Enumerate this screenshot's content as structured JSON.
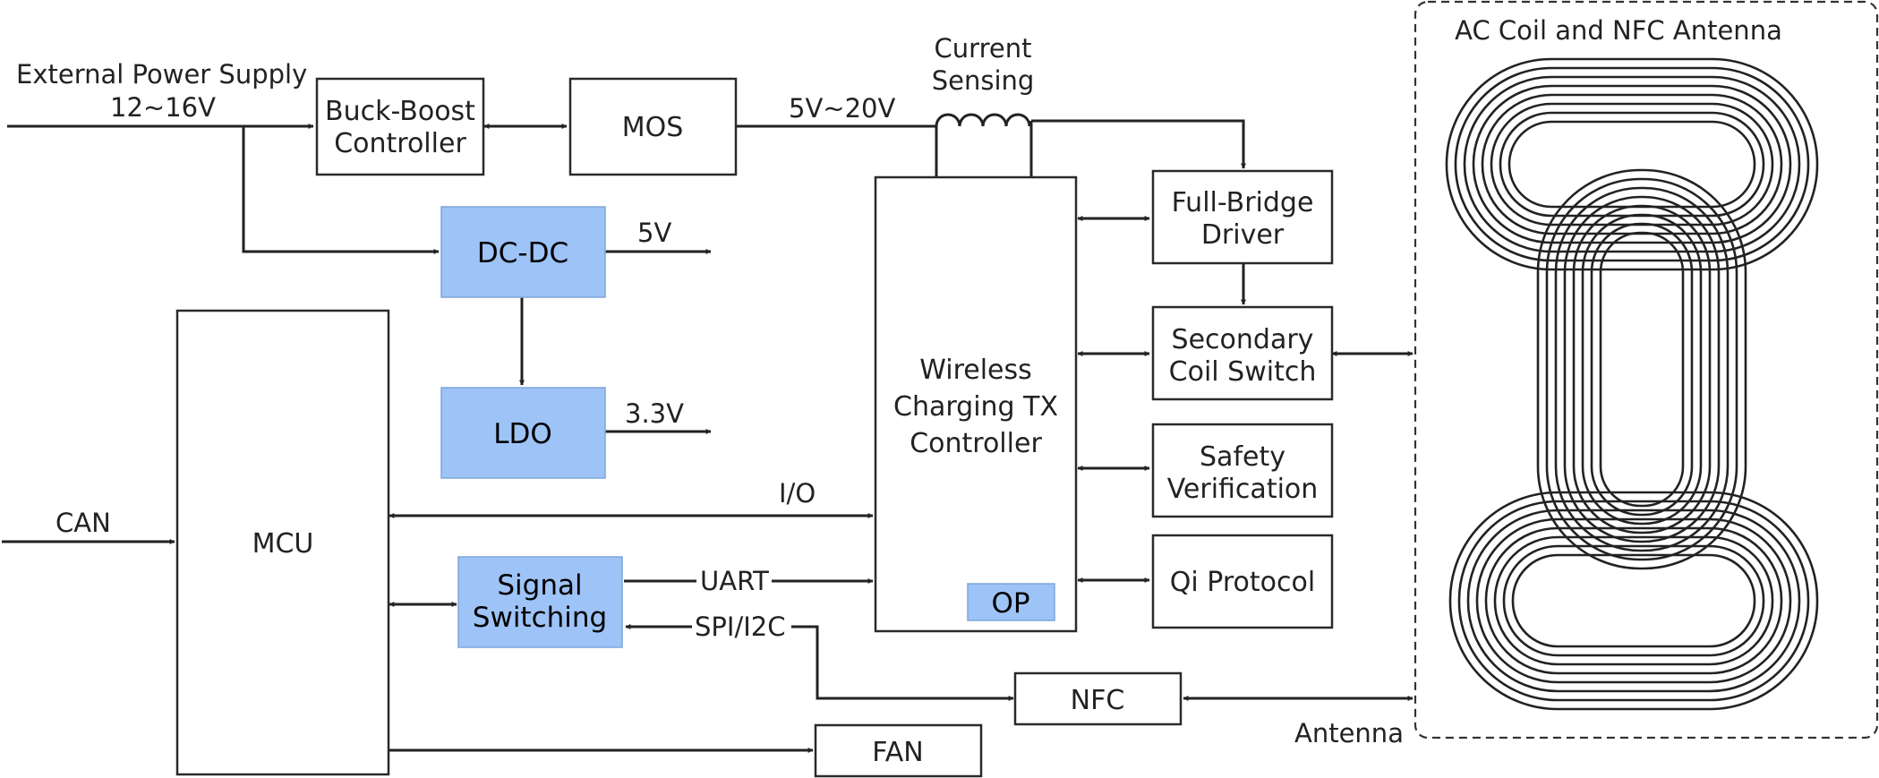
{
  "inputs": {
    "external_power": "External Power Supply",
    "voltage_range": "12~16V",
    "can": "CAN"
  },
  "blocks": {
    "buck_boost_line1": "Buck-Boost",
    "buck_boost_line2": "Controller",
    "mos": "MOS",
    "dcdc": "DC-DC",
    "ldo": "LDO",
    "mcu": "MCU",
    "signal_switching_line1": "Signal",
    "signal_switching_line2": "Switching",
    "current_sensing_line1": "Current",
    "current_sensing_line2": "Sensing",
    "tx_line1": "Wireless",
    "tx_line2": "Charging TX",
    "tx_line3": "Controller",
    "op": "OP",
    "full_bridge_line1": "Full-Bridge",
    "full_bridge_line2": "Driver",
    "secondary_coil_line1": "Secondary",
    "secondary_coil_line2": "Coil Switch",
    "safety_line1": "Safety",
    "safety_line2": "Verification",
    "qi": "Qi Protocol",
    "nfc": "NFC",
    "fan": "FAN"
  },
  "signals": {
    "mos_out": "5V~20V",
    "dcdc_out": "5V",
    "ldo_out": "3.3V",
    "io": "I/O",
    "uart": "UART",
    "spi_i2c": "SPI/I2C",
    "antenna": "Antenna"
  },
  "coil_panel": {
    "title": "AC Coil and NFC Antenna"
  },
  "colors": {
    "highlight_block": "#9ec3f7",
    "line": "#222222"
  }
}
